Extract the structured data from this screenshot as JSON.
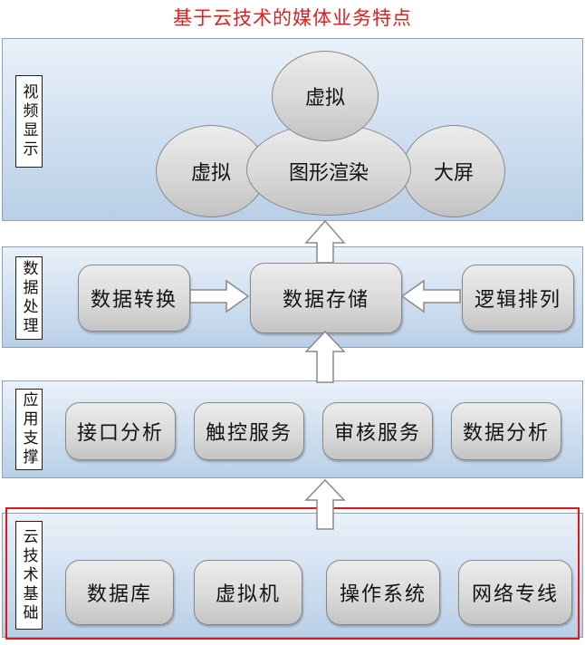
{
  "title": "基于云技术的媒体业务特点",
  "layers": {
    "video_display": {
      "label": "视频显示",
      "center": "图形渲染",
      "top": "虚拟",
      "left": "虚拟",
      "right": "大屏"
    },
    "data_processing": {
      "label": "数据处理",
      "items": [
        "数据转换",
        "数据存储",
        "逻辑排列"
      ]
    },
    "app_support": {
      "label": "应用支撑",
      "items": [
        "接口分析",
        "触控服务",
        "审核服务",
        "数据分析"
      ]
    },
    "cloud_base": {
      "label": "云技术基础",
      "items": [
        "数据库",
        "虚拟机",
        "操作系统",
        "网络专线"
      ]
    }
  },
  "colors": {
    "title": "#e02020",
    "highlight_frame": "#e01818",
    "band": "#c9dbee",
    "node": "#d8d8d8"
  }
}
